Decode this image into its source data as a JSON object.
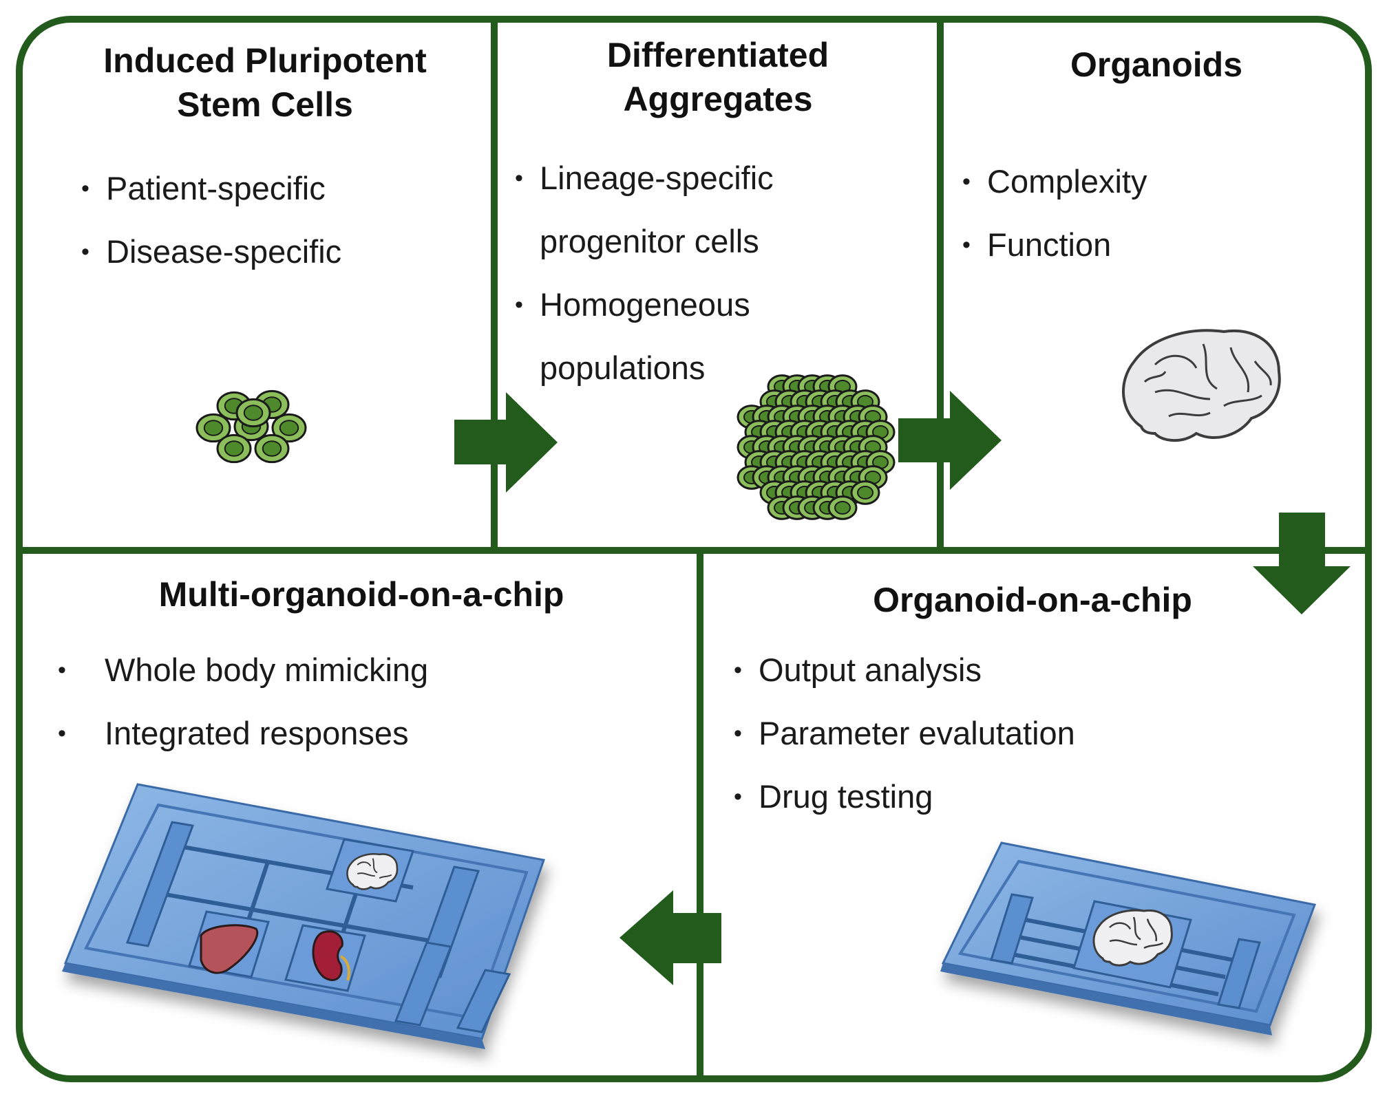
{
  "colors": {
    "border": "#235b1c",
    "arrow": "#235b1c",
    "cell_fill": "#8cbf5c",
    "cell_nucleus": "#4e8a2c",
    "chip_blue": "#6e9fd6",
    "chip_dark": "#4a7bb8",
    "liver": "#b5535a",
    "kidney": "#a31e37"
  },
  "panels": {
    "ipsc": {
      "title": "Induced Pluripotent Stem Cells",
      "title_line1": "Induced Pluripotent",
      "title_line2": "Stem Cells",
      "bullets": [
        "Patient-specific",
        "Disease-specific"
      ]
    },
    "aggregates": {
      "title_line1": "Differentiated",
      "title_line2": "Aggregates",
      "bullets": [
        "Lineage-specific progenitor cells",
        "Homogeneous populations"
      ],
      "bullet_lines": [
        "Lineage-specific",
        "progenitor cells",
        "Homogeneous",
        "populations"
      ]
    },
    "organoids": {
      "title": "Organoids",
      "bullets": [
        "Complexity",
        "Function"
      ]
    },
    "organoid_chip": {
      "title": "Organoid-on-a-chip",
      "bullets": [
        "Output analysis",
        "Parameter evalutation",
        "Drug testing"
      ]
    },
    "multi_chip": {
      "title": "Multi-organoid-on-a-chip",
      "bullets": [
        "Whole body mimicking",
        "Integrated responses"
      ]
    }
  },
  "icons": [
    "cell-cluster-icon",
    "cell-aggregate-icon",
    "brain-icon",
    "chip-icon",
    "liver-icon",
    "kidney-icon",
    "arrow-right-icon",
    "arrow-down-icon",
    "arrow-left-icon"
  ]
}
